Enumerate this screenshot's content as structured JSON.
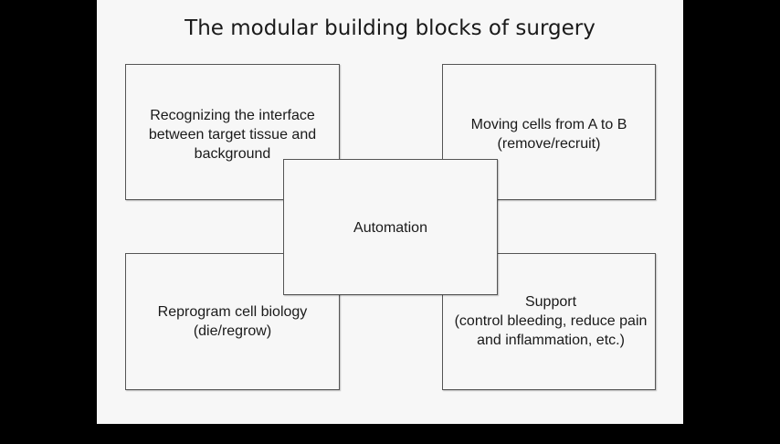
{
  "slide": {
    "title": "The modular building blocks of surgery",
    "boxes": {
      "top_left": "Recognizing the interface\nbetween target tissue and\nbackground",
      "top_right": "Moving cells from A to B\n(remove/recruit)",
      "bottom_left": "Reprogram cell biology\n(die/regrow)",
      "bottom_right": "Support\n(control bleeding, reduce pain\nand inflammation, etc.)",
      "center": "Automation"
    }
  },
  "colors": {
    "background": "#000000",
    "slide": "#f7f7f7",
    "box_border": "#555555",
    "text": "#1a1a1a"
  }
}
